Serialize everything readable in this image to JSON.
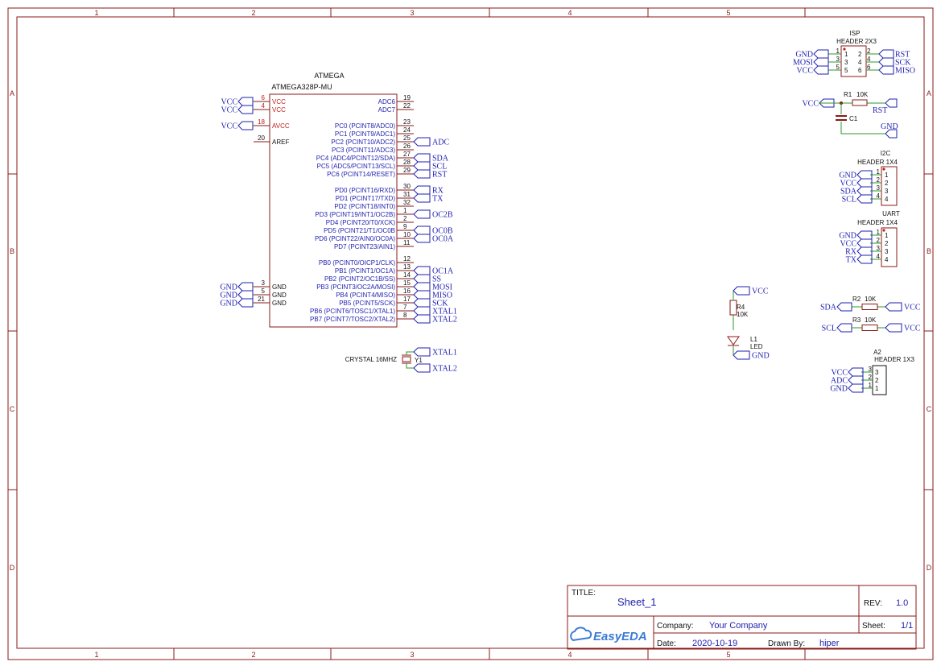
{
  "colors": {
    "frame": "#8b1a1a",
    "net": "#1f1fb0",
    "power_pin": "#c0201a",
    "wire": "#2a9a2a",
    "text": "#111111"
  },
  "border": {
    "columns": [
      "1",
      "2",
      "3",
      "4",
      "5"
    ],
    "rows": [
      "A",
      "B",
      "C",
      "D"
    ]
  },
  "mcu": {
    "name": "ATMEGA",
    "part": "ATMEGA328P-MU",
    "left_pins": [
      {
        "num": "6",
        "name": "VCC",
        "net": "VCC",
        "power": true
      },
      {
        "num": "4",
        "name": "VCC",
        "net": "VCC",
        "power": true
      },
      {
        "num": "18",
        "name": "AVCC",
        "net": "VCC",
        "power": true
      },
      {
        "num": "20",
        "name": "AREF",
        "net": "",
        "power": false
      },
      {
        "num": "3",
        "name": "GND",
        "net": "GND",
        "power": false
      },
      {
        "num": "5",
        "name": "GND",
        "net": "GND",
        "power": false
      },
      {
        "num": "21",
        "name": "GND",
        "net": "GND",
        "power": false
      }
    ],
    "right_pins": [
      {
        "num": "19",
        "name": "ADC6",
        "net": ""
      },
      {
        "num": "22",
        "name": "ADC7",
        "net": ""
      },
      {
        "num": "23",
        "name": "PC0 (PCINT8/ADC0)",
        "net": ""
      },
      {
        "num": "24",
        "name": "PC1 (PCINT9/ADC1)",
        "net": ""
      },
      {
        "num": "25",
        "name": "PC2 (PCINT10/ADC2)",
        "net": "ADC"
      },
      {
        "num": "26",
        "name": "PC3 (PCINT11/ADC3)",
        "net": ""
      },
      {
        "num": "27",
        "name": "PC4 (ADC4/PCINT12/SDA)",
        "net": "SDA"
      },
      {
        "num": "28",
        "name": "PC5 (ADC5/PCINT13/SCL)",
        "net": "SCL"
      },
      {
        "num": "29",
        "name": "PC6 (PCINT14/RESET)",
        "net": "RST"
      },
      {
        "num": "30",
        "name": "PD0 (PCINT16/RXD)",
        "net": "RX"
      },
      {
        "num": "31",
        "name": "PD1 (PCINT17/TXD)",
        "net": "TX"
      },
      {
        "num": "32",
        "name": "PD2 (PCINT18/INT0)",
        "net": ""
      },
      {
        "num": "1",
        "name": "PD3 (PCINT19/INT1/OC2B)",
        "net": "OC2B"
      },
      {
        "num": "2",
        "name": "PD4 (PCINT20/T0/XCK)",
        "net": ""
      },
      {
        "num": "9",
        "name": "PD5 (PCINT21/T1/OC0B",
        "net": "OC0B"
      },
      {
        "num": "10",
        "name": "PD6 (PCINT22/AIN0/OC0A)",
        "net": "OC0A"
      },
      {
        "num": "11",
        "name": "PD7 (PCINT23/AIN1)",
        "net": ""
      },
      {
        "num": "12",
        "name": "PB0 (PCINT0/OICP1/CLK)",
        "net": ""
      },
      {
        "num": "13",
        "name": "PB1 (PCINT1/OC1A)",
        "net": "OC1A"
      },
      {
        "num": "14",
        "name": "PB2 (PCINT2/OC1B/SS)",
        "net": "SS"
      },
      {
        "num": "15",
        "name": "PB3 (PCINT3/OC2A/MOSI)",
        "net": "MOSI"
      },
      {
        "num": "16",
        "name": "PB4 (PCINT4/MISO)",
        "net": "MISO"
      },
      {
        "num": "17",
        "name": "PB5 (PCINT5/SCK)",
        "net": "SCK"
      },
      {
        "num": "7",
        "name": "PB6 (PCINT6/TOSC1/XTAL1)",
        "net": "XTAL1"
      },
      {
        "num": "8",
        "name": "PB7 (PCINT7/TOSC2/XTAL2)",
        "net": "XTAL2"
      }
    ]
  },
  "crystal": {
    "label": "CRYSTAL 16MHZ",
    "ref": "Y1",
    "nets": [
      "XTAL1",
      "XTAL2"
    ]
  },
  "isp": {
    "ref": "ISP",
    "part": "HEADER 2X3",
    "left_nets": [
      "GND",
      "MOSI",
      "VCC"
    ],
    "left_nums": [
      "1",
      "3",
      "5"
    ],
    "right_nets": [
      "RST",
      "SCK",
      "MISO"
    ],
    "right_nums": [
      "2",
      "4",
      "6"
    ],
    "inner_left": [
      "1",
      "3",
      "5"
    ],
    "inner_right": [
      "2",
      "4",
      "6"
    ]
  },
  "reset": {
    "ref": "R1",
    "value": "10K",
    "vcc": "VCC",
    "rst": "RST",
    "cap": "C1",
    "gnd": "GND"
  },
  "i2c": {
    "ref": "I2C",
    "part": "HEADER 1X4",
    "nets": [
      "GND",
      "VCC",
      "SDA",
      "SCL"
    ],
    "nums": [
      "1",
      "2",
      "3",
      "4"
    ]
  },
  "uart": {
    "ref": "UART",
    "part": "HEADER 1X4",
    "nets": [
      "GND",
      "VCC",
      "RX",
      "TX"
    ],
    "nums": [
      "1",
      "2",
      "3",
      "4"
    ]
  },
  "led": {
    "vcc": "VCC",
    "res_ref": "R4",
    "res_value": "10K",
    "led_ref": "L1",
    "led_name": "LED",
    "gnd": "GND"
  },
  "pullups": [
    {
      "net": "SDA",
      "ref": "R2",
      "value": "10K",
      "vcc": "VCC"
    },
    {
      "net": "SCL",
      "ref": "R3",
      "value": "10K",
      "vcc": "VCC"
    }
  ],
  "a2": {
    "ref": "A2",
    "part": "HEADER 1X3",
    "nets": [
      "VCC",
      "ADC",
      "GND"
    ],
    "nums": [
      "3",
      "2",
      "1"
    ]
  },
  "title_block": {
    "title_label": "TITLE:",
    "title": "Sheet_1",
    "rev_label": "REV:",
    "rev": "1.0",
    "company_label": "Company:",
    "company": "Your Company",
    "sheet_label": "Sheet:",
    "sheet": "1/1",
    "date_label": "Date:",
    "date": "2020-10-19",
    "drawn_label": "Drawn By:",
    "drawn": "hiper",
    "logo_text": "EasyEDA"
  }
}
